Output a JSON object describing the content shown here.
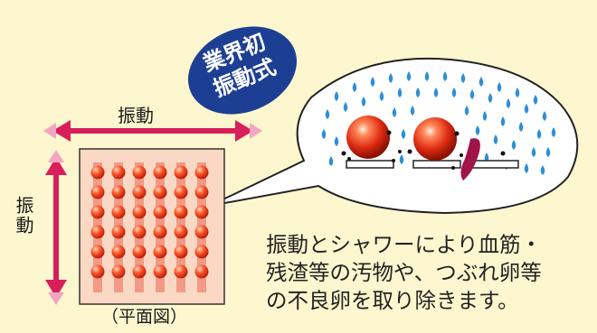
{
  "badge": {
    "line1": "業界初",
    "line2": "振動式"
  },
  "labels": {
    "horizontal": "振動",
    "vertical": "振動",
    "caption": "（平面図）"
  },
  "description": {
    "line1": "振動とシャワーにより血筋・",
    "line2": "残渣等の汚物や、つぶれ卵等",
    "line3": "の不良卵を取り除きます。"
  },
  "colors": {
    "background": "#fdf7cf",
    "arrow": "#d81e5b",
    "badge": "#1d3f93",
    "egg": "#e03a1f",
    "water": "#2f8fd6",
    "tray": "#fbd8c4"
  }
}
